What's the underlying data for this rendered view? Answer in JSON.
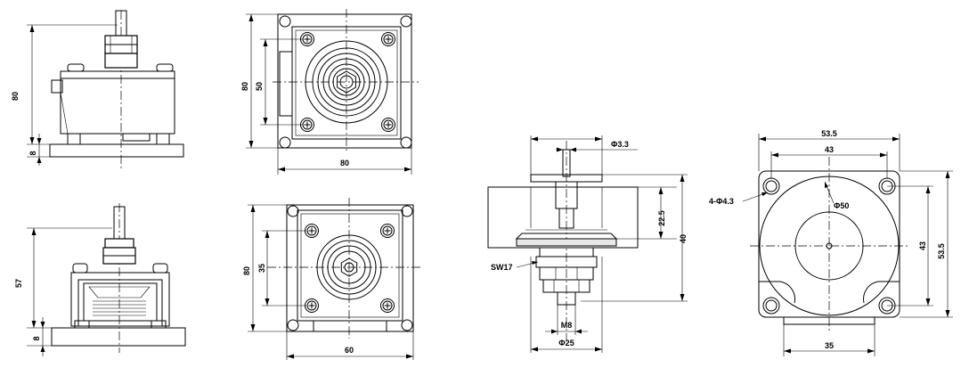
{
  "labels": {
    "v1_height": "80",
    "v1_base": "8",
    "v2_outer_h": "80",
    "v2_inner_h": "50",
    "v2_width": "80",
    "v3_height": "57",
    "v3_base": "8",
    "v4_outer_h": "80",
    "v4_inner_h": "35",
    "v4_width": "60",
    "v5_hole": "Φ3.3",
    "v5_h1": "22.5",
    "v5_h2": "40",
    "v5_wrench": "SW17",
    "v5_thread": "M8",
    "v5_dia": "Φ25",
    "v6_w1": "53.5",
    "v6_w2": "43",
    "v6_holes": "4-Φ4.3",
    "v6_circle": "Φ50",
    "v6_h1": "43",
    "v6_h2": "53.5",
    "v6_w3": "35"
  }
}
